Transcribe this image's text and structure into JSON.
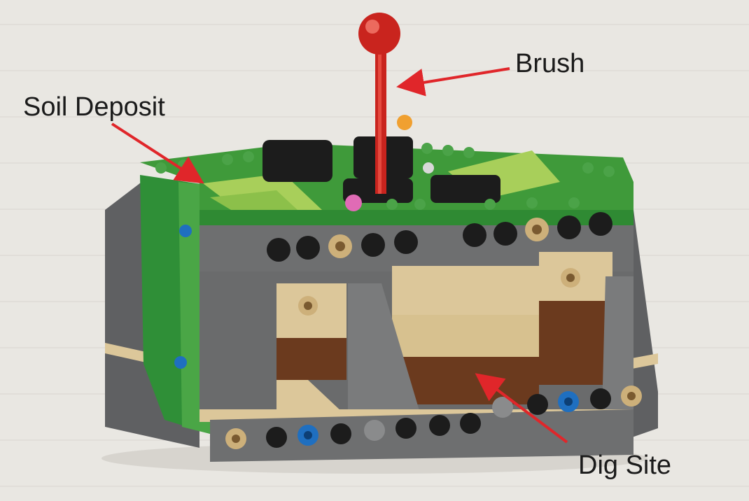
{
  "labels": {
    "brush": "Brush",
    "soil_deposit": "Soil Deposit",
    "dig_site": "Dig Site"
  },
  "colors": {
    "background": "#e9e7e2",
    "ruled_line": "#d9d6d0",
    "arrow": "#e0262a",
    "brick_green": "#3f9a3a",
    "brick_light_green": "#a8cf5a",
    "brick_grey": "#6e6f70",
    "brick_tan": "#dcc79a",
    "brick_brown": "#6b3a1e",
    "brick_black": "#1c1c1c",
    "brick_red": "#c9241e",
    "peg_blue": "#1f6fc0",
    "peg_tan": "#cdb07a"
  }
}
